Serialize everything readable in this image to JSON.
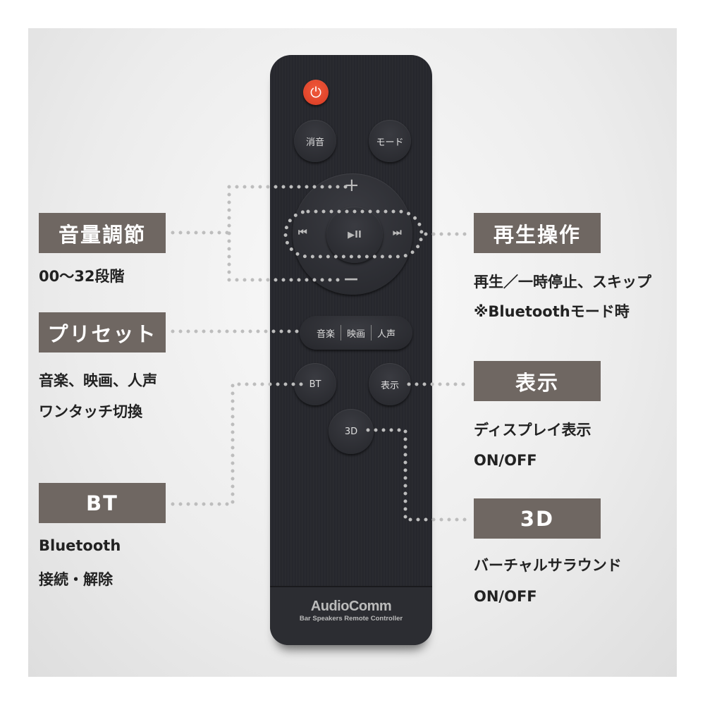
{
  "remote": {
    "power_icon": "power-icon",
    "mute": "消音",
    "mode": "モード",
    "vol_up": "+",
    "vol_down": "—",
    "prev": "⏮",
    "play_pause": "▶II",
    "next": "⏭",
    "presets": [
      "音楽",
      "映画",
      "人声"
    ],
    "bt": "BT",
    "display": "表示",
    "three_d": "3D",
    "brand": "AudioComm",
    "tagline": "Bar Speakers Remote Controller"
  },
  "labels": {
    "volume": {
      "title": "音量調節",
      "lines": [
        "00〜32段階"
      ]
    },
    "preset": {
      "title": "プリセット",
      "lines": [
        "音楽、映画、人声",
        "ワンタッチ切換"
      ]
    },
    "bt": {
      "title": "BT",
      "lines": [
        "Bluetooth",
        "接続・解除"
      ]
    },
    "playback": {
      "title": "再生操作",
      "lines": [
        "再生／一時停止、スキップ",
        "※Bluetoothモード時"
      ]
    },
    "display": {
      "title": "表示",
      "lines": [
        "ディスプレイ表示",
        "ON/OFF"
      ]
    },
    "surround": {
      "title": "3D",
      "lines": [
        "バーチャルサラウンド",
        "ON/OFF"
      ]
    }
  },
  "colors": {
    "label_box": "#6f6762",
    "power": "#e8452c",
    "remote": "#26272c"
  }
}
